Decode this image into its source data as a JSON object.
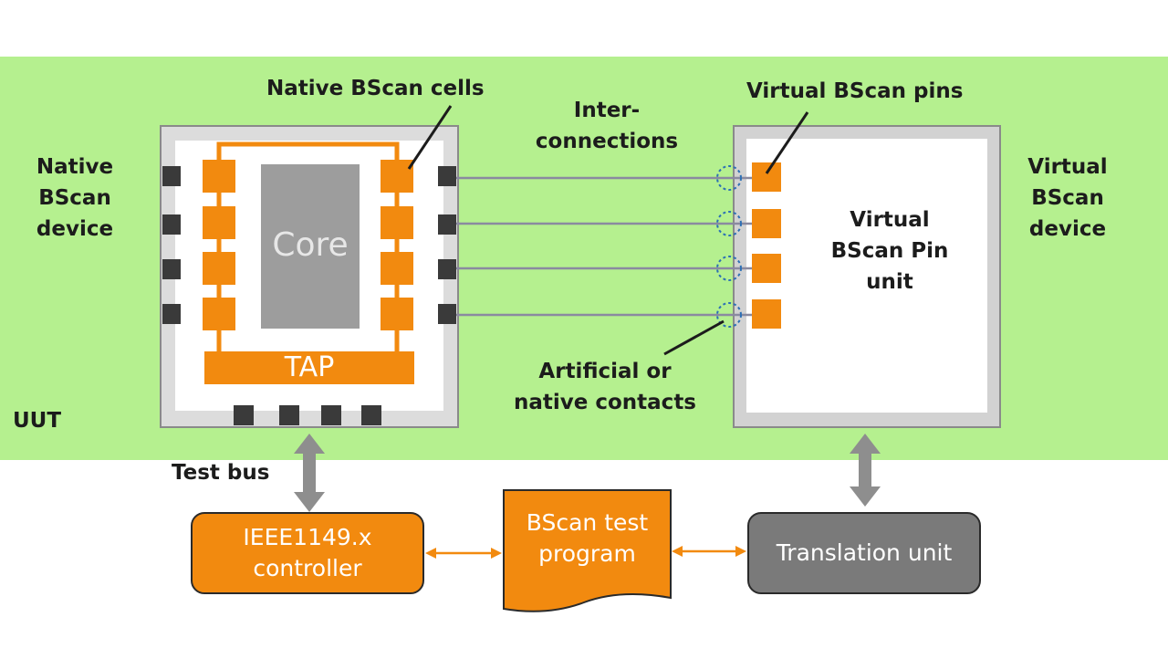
{
  "labels": {
    "native_cells": "Native BScan cells",
    "interconnections_1": "Inter-",
    "interconnections_2": "connections",
    "virtual_pins": "Virtual BScan pins",
    "native_device_1": "Native",
    "native_device_2": "BScan",
    "native_device_3": "device",
    "virtual_device_1": "Virtual",
    "virtual_device_2": "BScan",
    "virtual_device_3": "device",
    "core": "Core",
    "tap": "TAP",
    "vpin_unit_1": "Virtual",
    "vpin_unit_2": "BScan Pin",
    "vpin_unit_3": "unit",
    "contacts_1": "Artificial or",
    "contacts_2": "native contacts",
    "uut": "UUT",
    "test_bus": "Test bus",
    "controller_1": "IEEE1149.x",
    "controller_2": "controller",
    "program_1": "BScan test",
    "program_2": "program",
    "translation": "Translation unit"
  },
  "colors": {
    "uut_background": "#b5f08f",
    "orange": "#f28a0f",
    "core_gray": "#9d9d9d",
    "dark_pin": "#3a3a3a",
    "translation_gray": "#7a7a7a",
    "arrow_gray": "#8e8e8e"
  }
}
